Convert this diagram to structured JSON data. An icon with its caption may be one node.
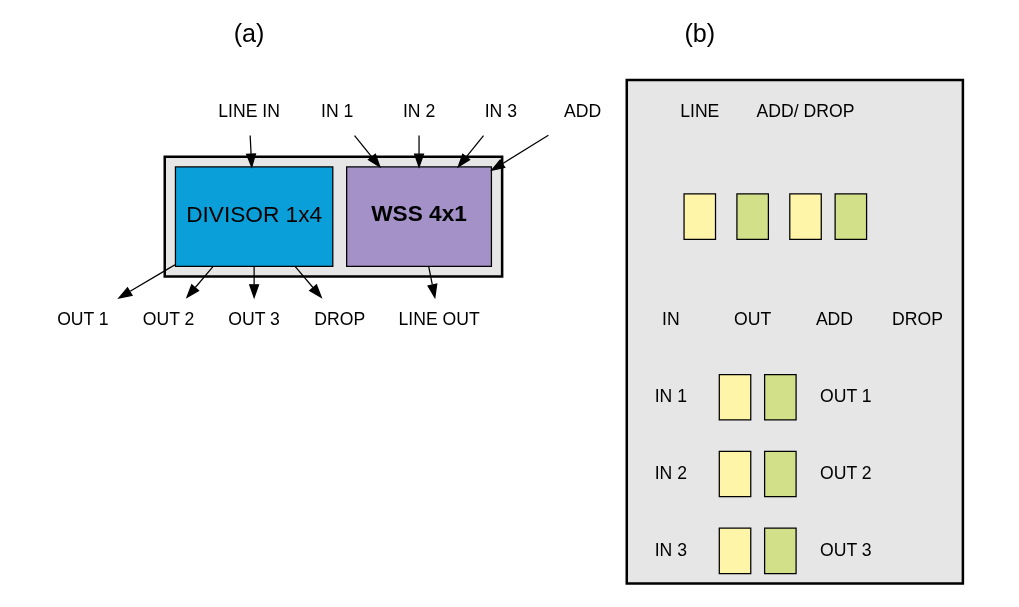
{
  "diagram": {
    "nodes": [
      {
        "text": [],
        "shape": "box"
      },
      {
        "text": [
          "LINE OUT"
        ]
      },
      {
        "text": [
          "LINE IN"
        ]
      },
      {
        "text": [
          "DIVISOR 1x4"
        ],
        "in": 0
      },
      {
        "text": [
          "OUT 1"
        ]
      },
      {
        "text": [
          "OUT 2"
        ]
      },
      {
        "text": [
          "OUT 3"
        ]
      },
      {
        "text": [
          "DROP"
        ]
      },
      {
        "text": [
          "IN 1"
        ]
      },
      {
        "text": [
          "IN 2"
        ]
      },
      {
        "text": [
          "IN 3"
        ]
      },
      {
        "text": [
          "ADD"
        ]
      },
      {
        "text": [
          "WSS 4x1"
        ],
        "in": 0
      },
      {
        "text": [],
        "shape": "box"
      },
      {
        "text": [],
        "shape": "box",
        "in": 13
      },
      {
        "text": [],
        "shape": "box",
        "in": 13
      },
      {
        "text": [],
        "shape": "box",
        "in": 13
      },
      {
        "text": [],
        "shape": "box",
        "in": 13
      },
      {
        "text": [],
        "shape": "box",
        "in": 13
      },
      {
        "text": [],
        "shape": "box",
        "in": 13
      },
      {
        "text": [],
        "shape": "box",
        "in": 13
      },
      {
        "text": [],
        "shape": "box",
        "in": 13
      },
      {
        "text": [],
        "shape": "box",
        "in": 13
      },
      {
        "text": [],
        "shape": "box",
        "in": 13
      }
    ],
    "edges": [
      {
        "from": 12,
        "to": 1,
        "arrow": "to"
      },
      {
        "from": 2,
        "to": 3,
        "arrow": "to"
      },
      {
        "from": 3,
        "to": 4,
        "arrow": "to"
      },
      {
        "from": 3,
        "to": 5,
        "arrow": "to"
      },
      {
        "from": 3,
        "to": 6,
        "arrow": "to"
      },
      {
        "from": 3,
        "to": 7,
        "arrow": "to"
      },
      {
        "from": 8,
        "to": 12,
        "arrow": "to"
      },
      {
        "from": 9,
        "to": 12,
        "arrow": "to"
      },
      {
        "from": 10,
        "to": 12,
        "arrow": "to"
      },
      {
        "from": 11,
        "to": 12,
        "arrow": "to"
      }
    ],
    "labels": [
      "(a)",
      "(b)",
      "LINE",
      "ADD/ DROP",
      "IN",
      "OUT",
      "ADD",
      "DROP",
      "IN 1",
      "OUT 1",
      "IN 2",
      "OUT 2",
      "IN 3",
      "OUT 3"
    ]
  }
}
